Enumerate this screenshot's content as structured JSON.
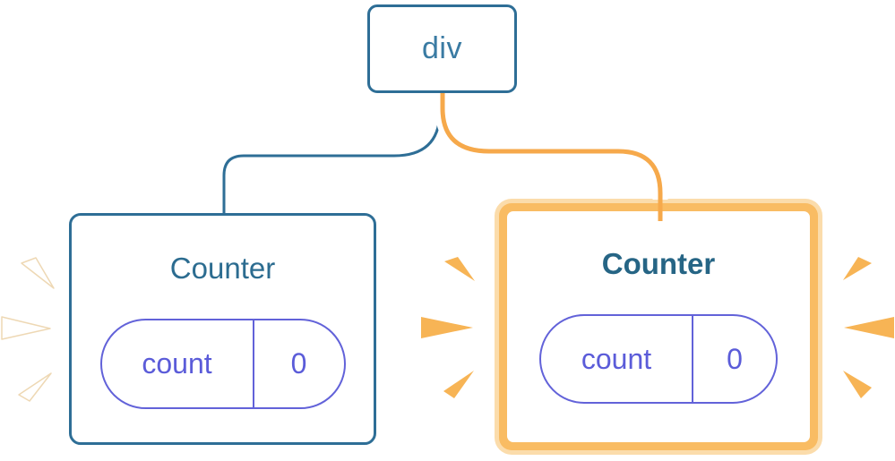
{
  "diagram": {
    "description": "Component tree: a div root with two Counter children holding count state",
    "root": {
      "label": "div"
    },
    "children": [
      {
        "position": "left",
        "title": "Counter",
        "highlighted": false,
        "state": {
          "key": "count",
          "value": "0"
        }
      },
      {
        "position": "right",
        "title": "Counter",
        "highlighted": true,
        "state": {
          "key": "count",
          "value": "0"
        }
      }
    ]
  },
  "icons": {
    "left_bursts": "white-burst-icon (3 white emphasis rays on left of plain card)",
    "right_bursts": "orange-burst-icon (3 orange emphasis rays on each side of highlighted card)"
  },
  "colors": {
    "blue_border": "#2e6e96",
    "blue_text": "#3a7ba3",
    "title_teal": "#2c6c90",
    "state_purple": "#5b5cd9",
    "connector_orange": "#f6a94b",
    "highlight_border": "#f9bc63",
    "highlight_border_light": "#fbdcab",
    "burst_orange": "#f7b455",
    "background": "#ffffff"
  }
}
